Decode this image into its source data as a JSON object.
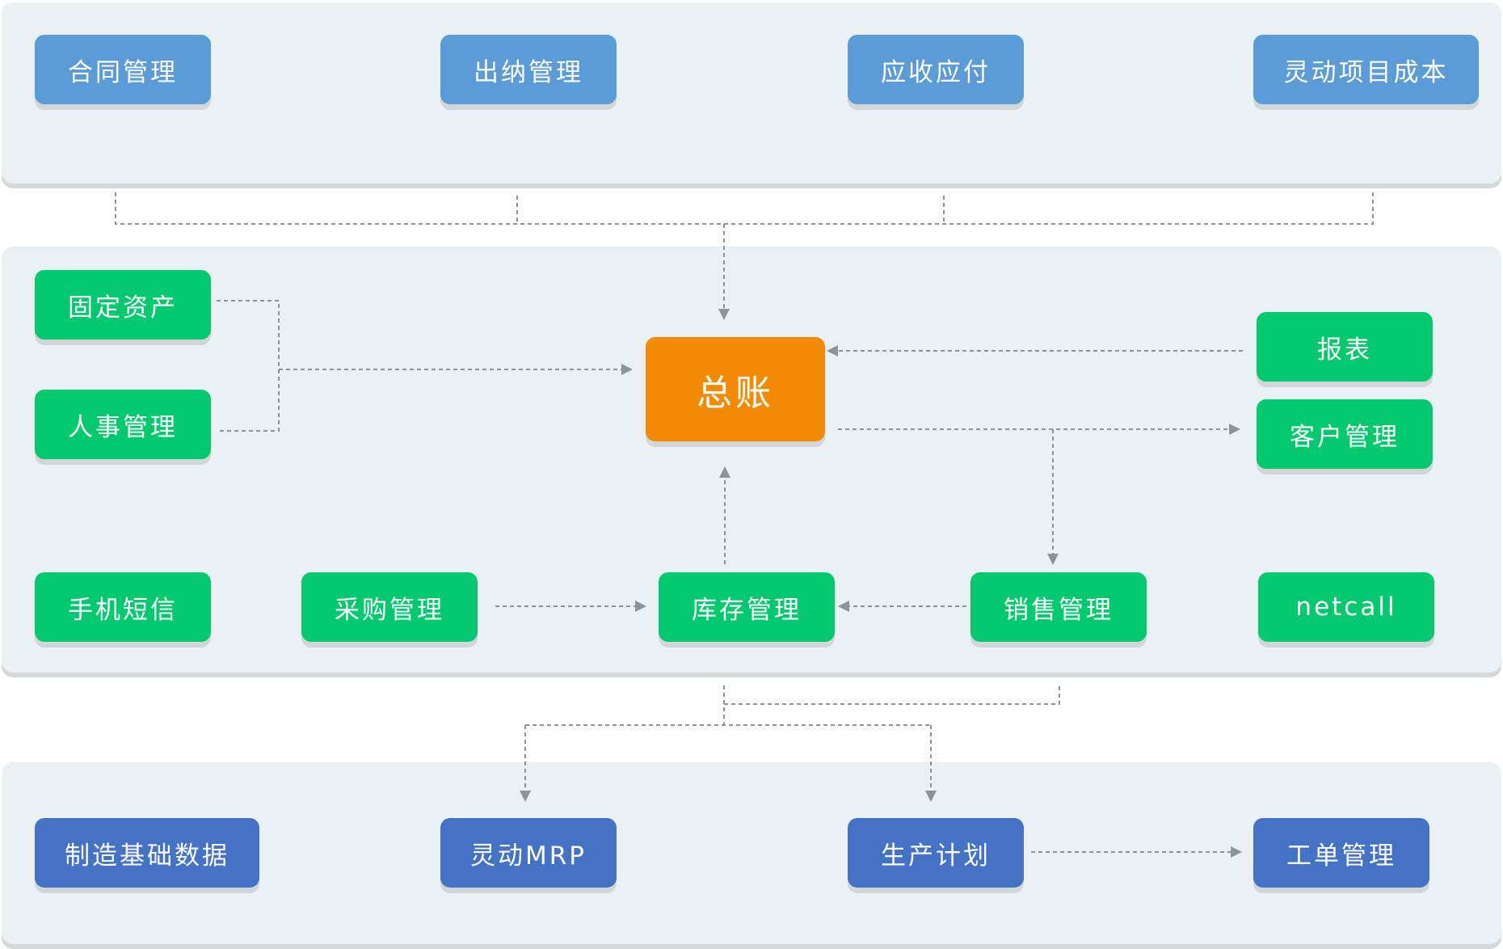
{
  "top_row": {
    "contract": "合同管理",
    "cashier": "出纳管理",
    "receivable_payable": "应收应付",
    "project_cost": "灵动项目成本"
  },
  "middle": {
    "general_ledger": "总账",
    "fixed_assets": "固定资产",
    "hr": "人事管理",
    "reports": "报表",
    "crm": "客户管理",
    "sms": "手机短信",
    "purchasing": "采购管理",
    "inventory": "库存管理",
    "sales": "销售管理",
    "netcall": "netcall"
  },
  "bottom_row": {
    "mfg_base_data": "制造基础数据",
    "mrp": "灵动MRP",
    "production_plan": "生产计划",
    "work_order": "工单管理"
  },
  "colors": {
    "top_module": "#5b9bd6",
    "middle_module": "#04c86e",
    "bottom_module": "#4472c5",
    "core_module": "#f28a03",
    "panel_background": "#eaf1f4",
    "connector": "#8d9398"
  }
}
